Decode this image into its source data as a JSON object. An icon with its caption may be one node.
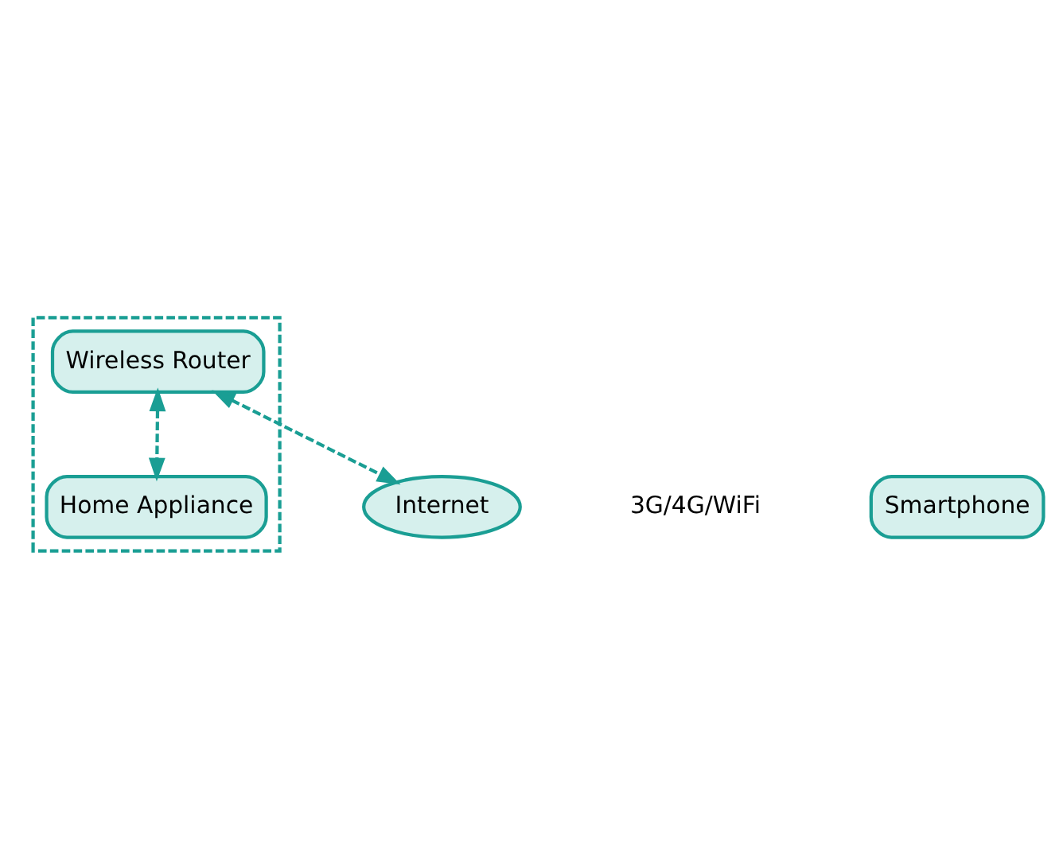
{
  "diagram": {
    "nodes": [
      {
        "text": [],
        "shape": "box"
      },
      {
        "text": [
          "Wireless Router"
        ],
        "in": 0
      },
      {
        "text": [
          "Home Appliance"
        ],
        "in": 0
      },
      {
        "text": [
          "Internet"
        ]
      },
      {
        "text": [
          "Smartphone"
        ]
      }
    ],
    "edges": [
      {
        "from": 1,
        "to": 2,
        "arrow": "both",
        "style": "dashed"
      },
      {
        "from": 1,
        "to": 3,
        "arrow": "both",
        "style": "dashed"
      }
    ],
    "labels": [
      "3G/4G/WiFi"
    ]
  }
}
